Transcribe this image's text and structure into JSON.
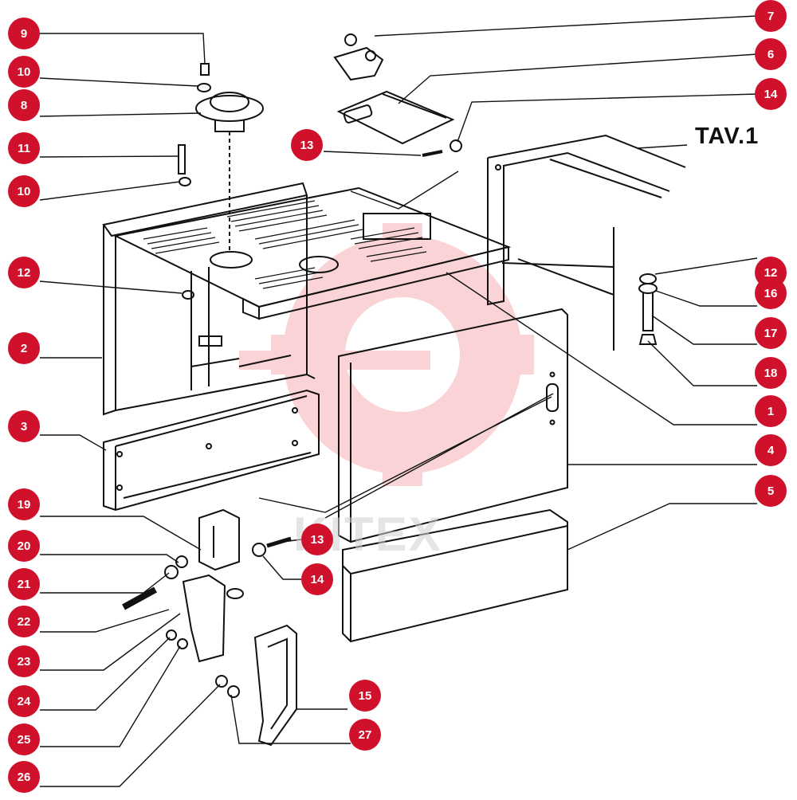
{
  "diagram": {
    "title": "TAV.1",
    "watermark": "KITEX",
    "accent_color": "#d0112b",
    "line_color": "#111111",
    "callouts": [
      {
        "label": "9"
      },
      {
        "label": "10"
      },
      {
        "label": "8"
      },
      {
        "label": "11"
      },
      {
        "label": "10"
      },
      {
        "label": "12"
      },
      {
        "label": "2"
      },
      {
        "label": "3"
      },
      {
        "label": "19"
      },
      {
        "label": "20"
      },
      {
        "label": "21"
      },
      {
        "label": "22"
      },
      {
        "label": "23"
      },
      {
        "label": "24"
      },
      {
        "label": "25"
      },
      {
        "label": "26"
      },
      {
        "label": "7"
      },
      {
        "label": "6"
      },
      {
        "label": "14"
      },
      {
        "label": "13"
      },
      {
        "label": "12"
      },
      {
        "label": "16"
      },
      {
        "label": "17"
      },
      {
        "label": "18"
      },
      {
        "label": "1"
      },
      {
        "label": "4"
      },
      {
        "label": "5"
      },
      {
        "label": "13"
      },
      {
        "label": "14"
      },
      {
        "label": "15"
      },
      {
        "label": "27"
      }
    ]
  }
}
